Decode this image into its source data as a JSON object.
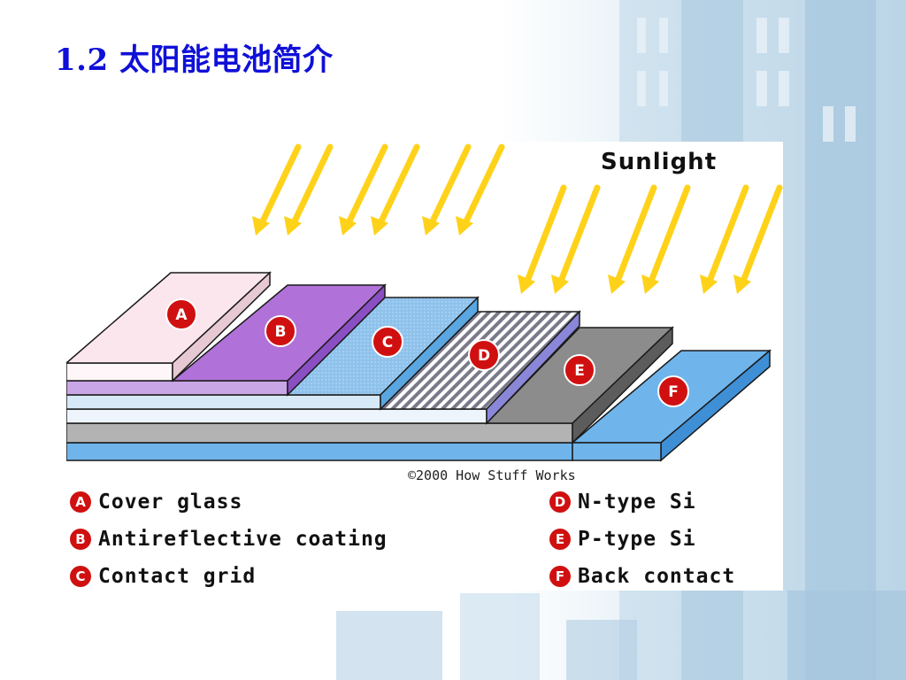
{
  "slide": {
    "title": "1.2 太阳能电池简介"
  },
  "diagram": {
    "sunlight_label": "Sunlight",
    "copyright": "©2000 How Stuff Works",
    "layer_badges": [
      "A",
      "B",
      "C",
      "D",
      "E",
      "F"
    ],
    "legend": [
      {
        "letter": "A",
        "label": "Cover glass"
      },
      {
        "letter": "B",
        "label": "Antireflective coating"
      },
      {
        "letter": "C",
        "label": "Contact grid"
      },
      {
        "letter": "D",
        "label": "N-type Si"
      },
      {
        "letter": "E",
        "label": "P-type Si"
      },
      {
        "letter": "F",
        "label": "Back contact"
      }
    ]
  },
  "colors": {
    "title": "#1010d8",
    "arrow": "#ffd21a",
    "badge": "#d01010",
    "cover_glass": "#fbe6ee",
    "antireflective": "#b072d8",
    "contact_grid": "#8ec2ec",
    "n_type": "#b0b0c0",
    "p_type": "#8c8c8c",
    "back_contact": "#6fb5ec"
  }
}
